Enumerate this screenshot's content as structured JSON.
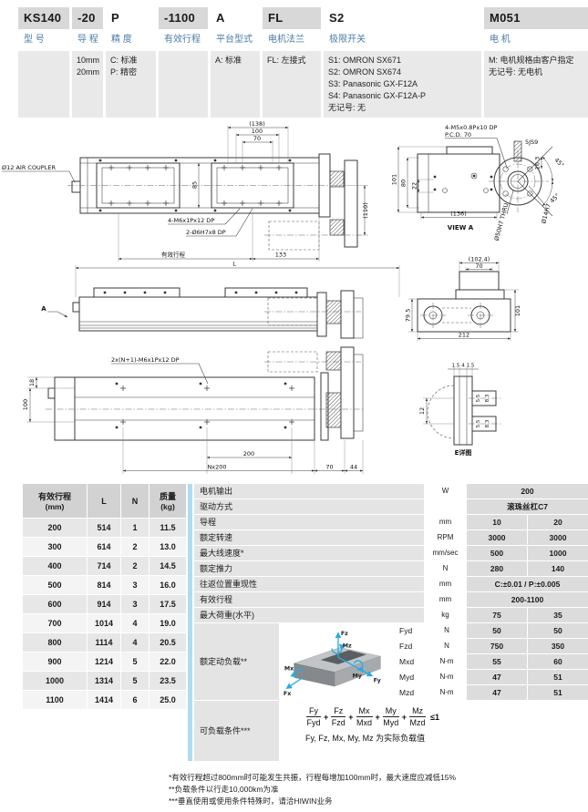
{
  "model": {
    "segments": [
      {
        "code": "KS140",
        "label": "型 号",
        "options": []
      },
      {
        "code": "-20",
        "label": "导 程",
        "options": [
          "10mm",
          "20mm"
        ]
      },
      {
        "code": "P",
        "label": "精 度",
        "options": [
          "C: 标准",
          "P: 精密"
        ]
      },
      {
        "code": "-1100",
        "label": "有效行程",
        "options": []
      },
      {
        "code": "A",
        "label": "平台型式",
        "options": [
          "A: 标准"
        ]
      },
      {
        "code": "FL",
        "label": "电机法兰",
        "options": [
          "FL: 左接式"
        ]
      },
      {
        "code": "S2",
        "label": "极限开关",
        "options": [
          "S1: OMRON SX671",
          "S2: OMRON SX674",
          "S3: Panasonic GX-F12A",
          "S4: Panasonic GX-F12A-P",
          "无记号: 无"
        ]
      },
      {
        "code": "M051",
        "label": "电 机",
        "options": [
          "M: 电机规格由客户指定",
          "无记号: 无电机"
        ]
      }
    ]
  },
  "stroke_table": {
    "headers": {
      "c0": "有效行程",
      "c0s": "(mm)",
      "c1": "L",
      "c2": "N",
      "c3": "质量",
      "c3s": "(kg)"
    },
    "rows": [
      [
        "200",
        "514",
        "1",
        "11.5"
      ],
      [
        "300",
        "614",
        "2",
        "13.0"
      ],
      [
        "400",
        "714",
        "2",
        "14.5"
      ],
      [
        "500",
        "814",
        "3",
        "16.0"
      ],
      [
        "600",
        "914",
        "3",
        "17.5"
      ],
      [
        "700",
        "1014",
        "4",
        "19.0"
      ],
      [
        "800",
        "1114",
        "4",
        "20.5"
      ],
      [
        "900",
        "1214",
        "5",
        "22.0"
      ],
      [
        "1000",
        "1314",
        "5",
        "23.5"
      ],
      [
        "1100",
        "1414",
        "6",
        "25.0"
      ]
    ]
  },
  "spec": {
    "rows": [
      {
        "label": "电机输出",
        "unit": "W",
        "value": "200"
      },
      {
        "label": "驱动方式",
        "unit": "",
        "value": "滚珠丝杠C7"
      },
      {
        "label": "导程",
        "unit": "mm",
        "v1": "10",
        "v2": "20"
      },
      {
        "label": "额定转速",
        "unit": "RPM",
        "v1": "3000",
        "v2": "3000"
      },
      {
        "label": "最大线速度*",
        "unit": "mm/sec",
        "v1": "500",
        "v2": "1000"
      },
      {
        "label": "额定推力",
        "unit": "N",
        "v1": "280",
        "v2": "140"
      },
      {
        "label": "往返位置重现性",
        "unit": "mm",
        "value": "C:±0.01 / P:±0.005"
      },
      {
        "label": "有效行程",
        "unit": "mm",
        "value": "200-1100"
      },
      {
        "label": "最大荷重(水平)",
        "unit": "kg",
        "v1": "75",
        "v2": "35"
      }
    ],
    "load": {
      "label": "额定动负载**",
      "rows": [
        {
          "sym": "Fyd",
          "unit": "N",
          "v1": "50",
          "v2": "50"
        },
        {
          "sym": "Fzd",
          "unit": "N",
          "v1": "750",
          "v2": "350"
        },
        {
          "sym": "Mxd",
          "unit": "N-m",
          "v1": "55",
          "v2": "60"
        },
        {
          "sym": "Myd",
          "unit": "N-m",
          "v1": "47",
          "v2": "51"
        },
        {
          "sym": "Mzd",
          "unit": "N-m",
          "v1": "47",
          "v2": "51"
        }
      ],
      "axes": {
        "fz": "Fz",
        "mz": "Mz",
        "mx": "Mx",
        "fx": "Fx",
        "my": "My",
        "fy": "Fy"
      }
    },
    "condition": {
      "label": "可负载条件***",
      "fractions": [
        {
          "n": "Fy",
          "d": "Fyd"
        },
        {
          "n": "Fz",
          "d": "Fzd"
        },
        {
          "n": "Mx",
          "d": "Mxd"
        },
        {
          "n": "My",
          "d": "Myd"
        },
        {
          "n": "Mz",
          "d": "Mzd"
        }
      ],
      "plus": "+",
      "suffix": "≤1",
      "note": "Fy, Fz, Mx, My, Mz 为实际负载值"
    }
  },
  "drawing": {
    "plan": {
      "air": "Ø12 AIR COUPLER",
      "d138": "(138)",
      "d100": "100",
      "d70": "70",
      "d85": "85",
      "d110": "(110)",
      "thread": "4-M6x1Px12 DP",
      "dowel": "2-Ø6H7x8 DP",
      "stroke": "有效行程",
      "d133": "133"
    },
    "viewa": {
      "l1": "4-M5x0.8Px10 DP",
      "l2": "P.C.D. 70",
      "key": "5JS9",
      "d163": "16.3",
      "d45": "45°",
      "d101": "101",
      "d80": "80",
      "d22": "22",
      "d136": "(136)",
      "title": "VIEW A",
      "bore": "Ø50H7 THRU",
      "shaft": "Ø14H7"
    },
    "side": {
      "dL": "L",
      "a": "A"
    },
    "end": {
      "d1024": "(102.4)",
      "d70": "70",
      "d795": "79.5",
      "d101": "101",
      "d212": "212"
    },
    "base": {
      "bolts": "2x(N+1)-M6x1Px12 DP",
      "d18": "18",
      "d100": "100",
      "d200": "200",
      "dn200": "Nx200",
      "d70": "70",
      "d44": "44"
    },
    "edet": {
      "d15": "1.5",
      "d4": "4",
      "d12": "12",
      "d55": "5.5",
      "d83": "8.3",
      "title": "E详图"
    }
  },
  "footnotes": [
    "*有效行程超过800mm时可能发生共振，行程每增加100mm时，最大速度应减低15%",
    "**负载条件以行走10,000km为准",
    "***垂直使用或使用条件特殊时，请洽HIWIN业务"
  ],
  "colors": {
    "accent_blue": "#4a7ba6",
    "bar_blue": "#aedcf2",
    "arrow_cyan": "#29abe2"
  }
}
